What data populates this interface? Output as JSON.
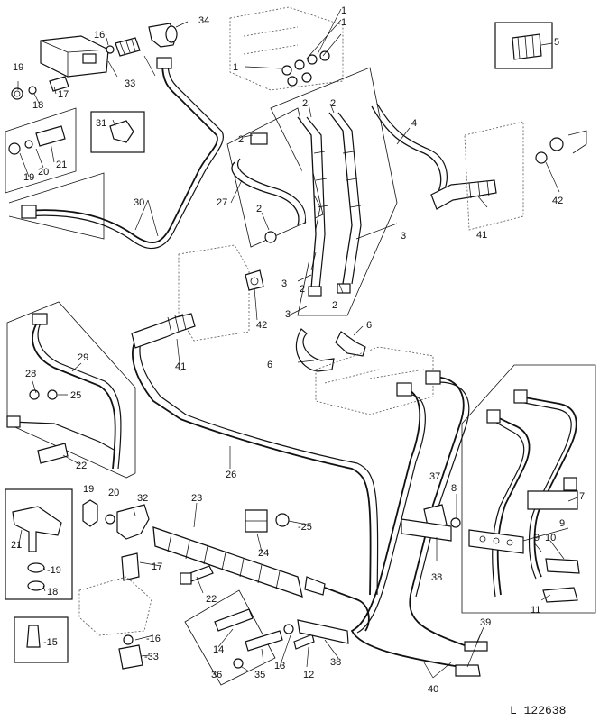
{
  "doc_id": "L 122638",
  "callouts": [
    {
      "label": "1"
    },
    {
      "label": "1"
    },
    {
      "label": "1"
    },
    {
      "label": "2"
    },
    {
      "label": "2"
    },
    {
      "label": "2"
    },
    {
      "label": "2"
    },
    {
      "label": "2"
    },
    {
      "label": "2"
    },
    {
      "label": "3"
    },
    {
      "label": "3"
    },
    {
      "label": "3"
    },
    {
      "label": "4"
    },
    {
      "label": "5"
    },
    {
      "label": "6"
    },
    {
      "label": "6"
    },
    {
      "label": "7"
    },
    {
      "label": "8"
    },
    {
      "label": "9"
    },
    {
      "label": "9"
    },
    {
      "label": "10"
    },
    {
      "label": "11"
    },
    {
      "label": "12"
    },
    {
      "label": "13"
    },
    {
      "label": "14"
    },
    {
      "label": "-15"
    },
    {
      "label": "16"
    },
    {
      "label": "-16"
    },
    {
      "label": "17"
    },
    {
      "label": "17"
    },
    {
      "label": "18"
    },
    {
      "label": "18"
    },
    {
      "label": "19"
    },
    {
      "label": "19"
    },
    {
      "label": "19"
    },
    {
      "label": "-19"
    },
    {
      "label": "20"
    },
    {
      "label": "20"
    },
    {
      "label": "21"
    },
    {
      "label": "21"
    },
    {
      "label": "22"
    },
    {
      "label": "22"
    },
    {
      "label": "23"
    },
    {
      "label": "24"
    },
    {
      "label": "-25"
    },
    {
      "label": "25"
    },
    {
      "label": "26"
    },
    {
      "label": "27"
    },
    {
      "label": "28"
    },
    {
      "label": "29"
    },
    {
      "label": "30"
    },
    {
      "label": "31"
    },
    {
      "label": "32"
    },
    {
      "label": "33"
    },
    {
      "label": "-33"
    },
    {
      "label": "34"
    },
    {
      "label": "35"
    },
    {
      "label": "36"
    },
    {
      "label": "37"
    },
    {
      "label": "38"
    },
    {
      "label": "38"
    },
    {
      "label": "39"
    },
    {
      "label": "40"
    },
    {
      "label": "41"
    },
    {
      "label": "41"
    },
    {
      "label": "42"
    },
    {
      "label": "42"
    }
  ]
}
